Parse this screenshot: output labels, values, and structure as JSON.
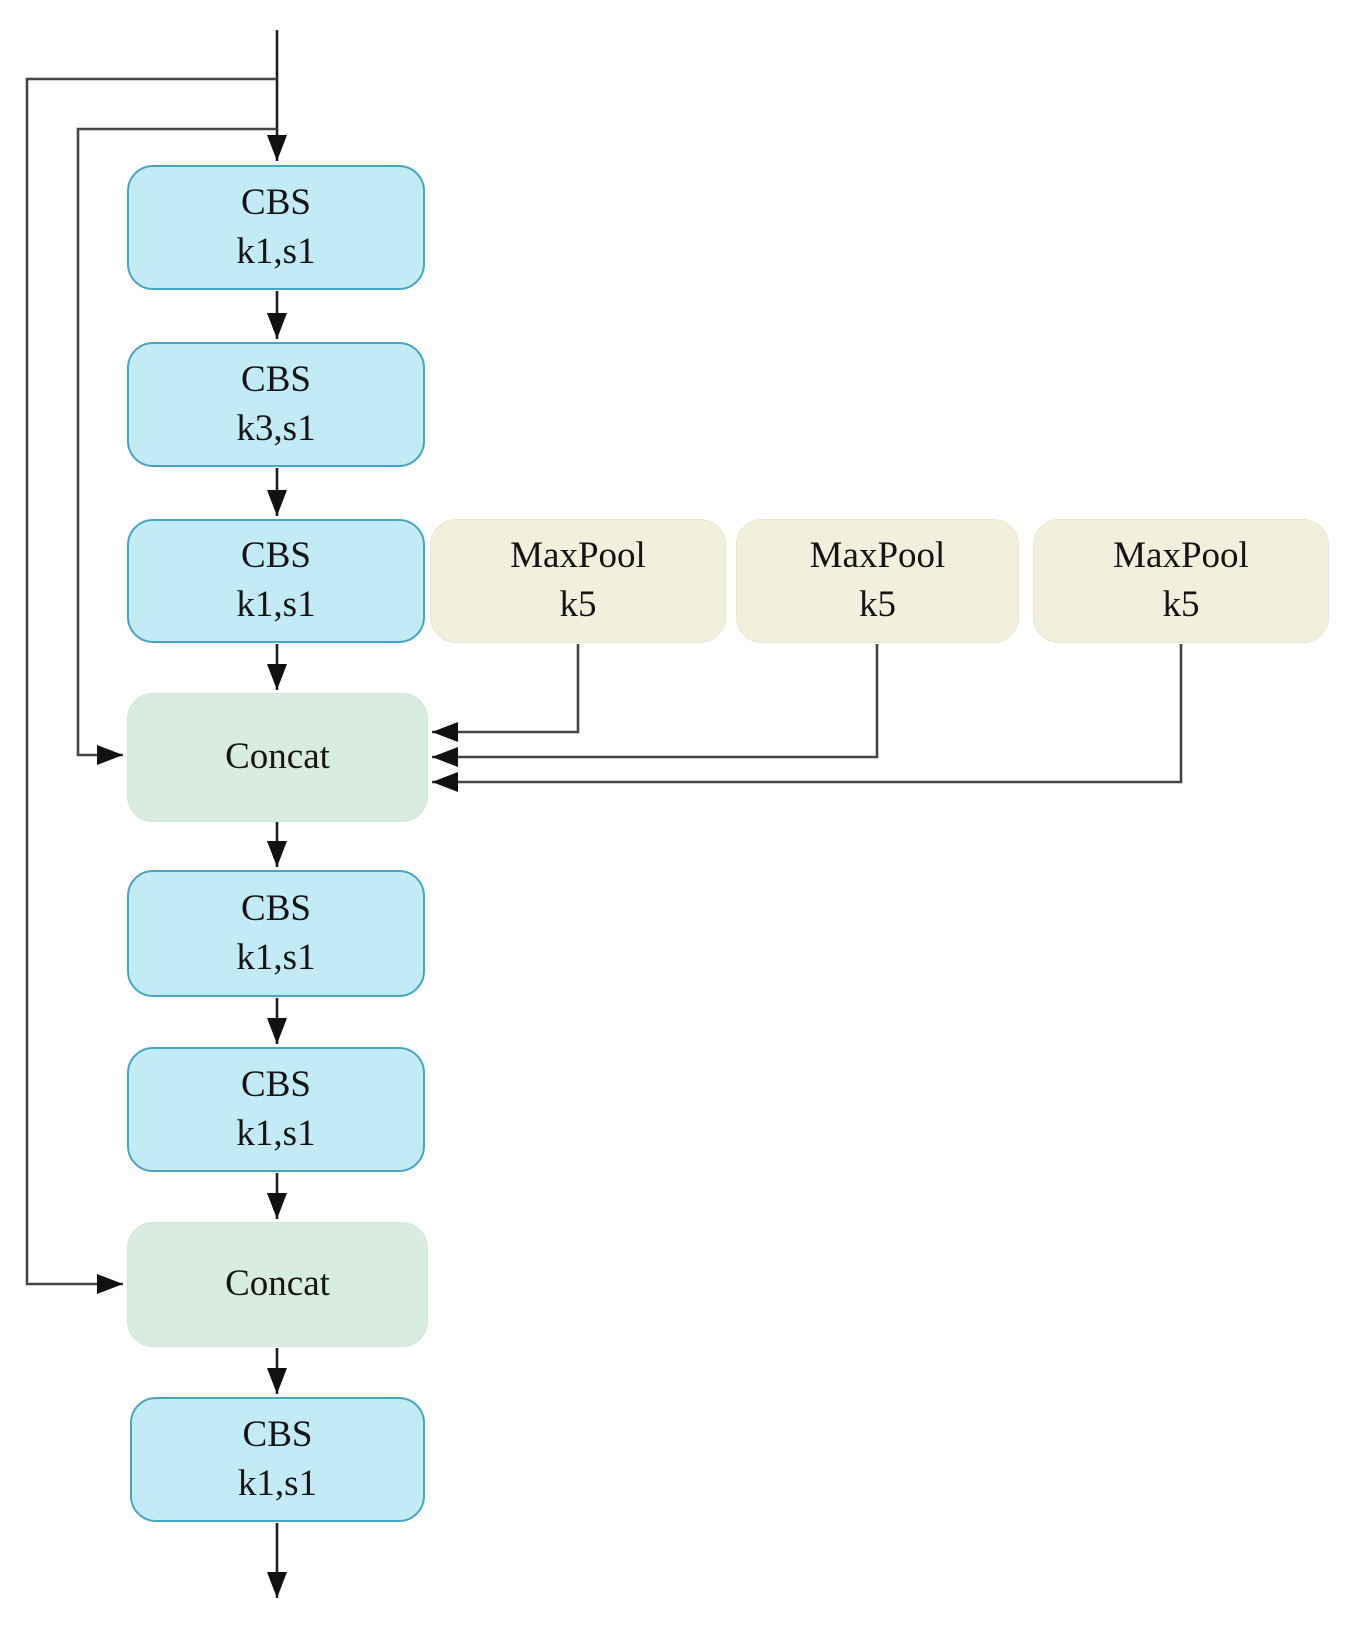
{
  "diagram": {
    "type": "flow-diagram",
    "colors": {
      "cbs_fill": "#c3ebf5",
      "cbs_border": "#46a4c4",
      "maxpool_fill": "#f2efdc",
      "concat_fill": "#d8ecdf",
      "line": "#464646",
      "arrowhead": "#111111",
      "background": "#ffffff",
      "text": "#141414"
    },
    "nodes": [
      {
        "id": "cbs-1",
        "label": "CBS",
        "sublabel": "k1,s1"
      },
      {
        "id": "cbs-2",
        "label": "CBS",
        "sublabel": "k3,s1"
      },
      {
        "id": "cbs-3",
        "label": "CBS",
        "sublabel": "k1,s1"
      },
      {
        "id": "maxpool-1",
        "label": "MaxPool",
        "sublabel": "k5"
      },
      {
        "id": "maxpool-2",
        "label": "MaxPool",
        "sublabel": "k5"
      },
      {
        "id": "maxpool-3",
        "label": "MaxPool",
        "sublabel": "k5"
      },
      {
        "id": "concat-1",
        "label": "Concat"
      },
      {
        "id": "cbs-4",
        "label": "CBS",
        "sublabel": "k1,s1"
      },
      {
        "id": "cbs-5",
        "label": "CBS",
        "sublabel": "k1,s1"
      },
      {
        "id": "concat-2",
        "label": "Concat"
      },
      {
        "id": "cbs-6",
        "label": "CBS",
        "sublabel": "k1,s1"
      }
    ],
    "edges": [
      {
        "from": "input",
        "to": "cbs-1"
      },
      {
        "from": "input",
        "to": "concat-1"
      },
      {
        "from": "input",
        "to": "concat-2"
      },
      {
        "from": "cbs-1",
        "to": "cbs-2"
      },
      {
        "from": "cbs-2",
        "to": "cbs-3"
      },
      {
        "from": "cbs-3",
        "to": "concat-1"
      },
      {
        "from": "maxpool-1",
        "to": "concat-1"
      },
      {
        "from": "maxpool-2",
        "to": "concat-1"
      },
      {
        "from": "maxpool-3",
        "to": "concat-1"
      },
      {
        "from": "concat-1",
        "to": "cbs-4"
      },
      {
        "from": "cbs-4",
        "to": "cbs-5"
      },
      {
        "from": "cbs-5",
        "to": "concat-2"
      },
      {
        "from": "concat-2",
        "to": "cbs-6"
      },
      {
        "from": "cbs-6",
        "to": "output"
      }
    ]
  }
}
